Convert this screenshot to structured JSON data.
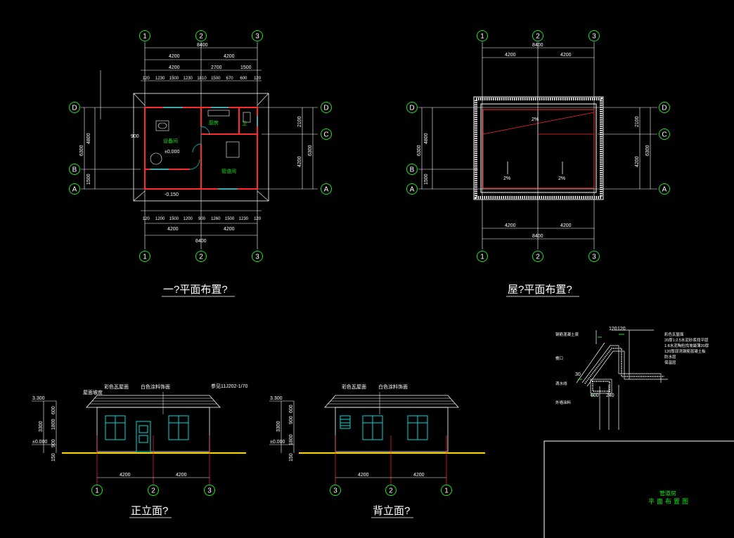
{
  "titles": {
    "ground_plan": "一?平面布置?",
    "roof_plan": "屋?平面布置?",
    "front_elevation": "正立面?",
    "back_elevation": "背立面?",
    "sheet_title_1": "管道房",
    "sheet_title_2": "平面布置图"
  },
  "axes": {
    "top_numbers": [
      "1",
      "2",
      "3"
    ],
    "side_letters": [
      "D",
      "C",
      "B",
      "A"
    ],
    "back_elevation_numbers": [
      "3",
      "2",
      "1"
    ]
  },
  "ground_plan": {
    "overall_width": "8400",
    "bays": [
      "4200",
      "4200"
    ],
    "sub_top": [
      "4200",
      "2700",
      "1500"
    ],
    "detail_top": [
      "120",
      "1230",
      "1500",
      "1230",
      "1810",
      "1500",
      "670",
      "600",
      "120"
    ],
    "detail_bottom": [
      "120",
      "1200",
      "1500",
      "1200",
      "900",
      "1260",
      "1500",
      "1230",
      "120"
    ],
    "left_dims": [
      "4800",
      "1500",
      "6300"
    ],
    "right_dims": [
      "2100",
      "4200",
      "6300"
    ],
    "left_offset": "900",
    "level_inside": "±0.000",
    "level_outside": "-0.150",
    "rooms": [
      "设备间",
      "厨房",
      "卫生间",
      "管道间"
    ]
  },
  "roof_plan": {
    "overall_width": "8400",
    "bays": [
      "4200",
      "4200"
    ],
    "slopes": [
      "2%",
      "2%",
      "2%"
    ],
    "left_dims": [
      "4800",
      "1500",
      "6300"
    ],
    "right_dims": [
      "2100",
      "4200",
      "6300"
    ]
  },
  "front_elevation": {
    "levels": [
      "3.300",
      "±0.000"
    ],
    "dims": [
      "3300",
      "1800",
      "600",
      "900",
      "150"
    ],
    "bays": [
      "4200",
      "4200"
    ],
    "notes": [
      "彩色瓦屋面",
      "白色涂料饰面",
      "参见11J202-1/70",
      "屋面坡度"
    ]
  },
  "back_elevation": {
    "levels": [
      "3.300",
      "±0.000"
    ],
    "dims": [
      "3300",
      "1800",
      "900",
      "600",
      "150"
    ],
    "bays": [
      "4200",
      "4200"
    ],
    "notes": [
      "彩色瓦屋面",
      "白色涂料饰面"
    ]
  },
  "detail": {
    "dims": [
      "120",
      "120",
      "600",
      "240",
      "30"
    ],
    "notes": [
      "彩色瓦屋面",
      "20厚1:2.5水泥砂浆找平层",
      "1:8水泥陶粒找坡最薄30厚",
      "120厚现浇钢筋混凝土板",
      "防水层",
      "保温层",
      "钢筋混凝土梁",
      "檐口",
      "滴水线",
      "外墙涂料"
    ]
  },
  "colors": {
    "background": "#000000",
    "line": "#ffffff",
    "wall": "#ff2020",
    "axis_circle": "#19e619",
    "window": "#00d8d8",
    "ground": "#ffd700",
    "text_green": "#19e619"
  }
}
